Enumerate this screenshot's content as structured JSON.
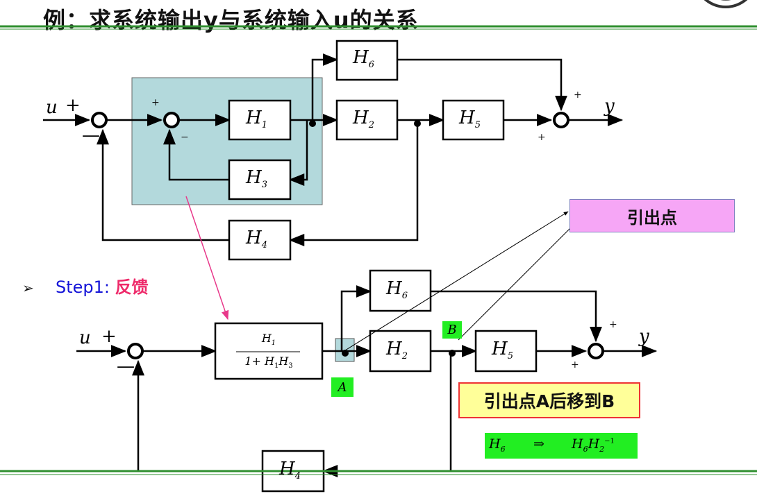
{
  "title": "例：求系统输出y与系统输入u的关系",
  "colors": {
    "highlight_box": "#b3d9dc",
    "pink_arrow": "#e8388a",
    "label_magenta": "#f6a6f6",
    "green": "#22ee22",
    "yellow": "#ffff99",
    "footer_line": "#2f8f2f"
  },
  "diagram1": {
    "input": "u",
    "output": "y",
    "blocks": {
      "h1": {
        "name": "H",
        "sub": "1"
      },
      "h2": {
        "name": "H",
        "sub": "2"
      },
      "h3": {
        "name": "H",
        "sub": "3"
      },
      "h4": {
        "name": "H",
        "sub": "4"
      },
      "h5": {
        "name": "H",
        "sub": "5"
      },
      "h6": {
        "name": "H",
        "sub": "6"
      }
    },
    "signs": {
      "plus": "+",
      "minus": "−",
      "big_plus": "+",
      "big_minus": "—"
    }
  },
  "step": {
    "prefix": "Step1: ",
    "keyword": "反馈"
  },
  "pickoff_label": "引出点",
  "diagram2": {
    "input": "u",
    "output": "y",
    "fraction": {
      "num_name": "H",
      "num_sub": "1",
      "den": "1+ H",
      "den_sub1": "1",
      "den_mid": "H",
      "den_sub2": "3"
    },
    "blocks": {
      "h2": {
        "name": "H",
        "sub": "2"
      },
      "h4": {
        "name": "H",
        "sub": "4"
      },
      "h5": {
        "name": "H",
        "sub": "5"
      },
      "h6": {
        "name": "H",
        "sub": "6"
      }
    },
    "point_a": "A",
    "point_b": "B"
  },
  "move_note": "引出点A后移到B",
  "formula": {
    "lhs": "H",
    "lhs_sub": "6",
    "arrow": "⇒",
    "rhs1": "H",
    "rhs1_sub": "6",
    "rhs2": "H",
    "rhs2_sub": "2",
    "rhs2_sup": "−1"
  }
}
